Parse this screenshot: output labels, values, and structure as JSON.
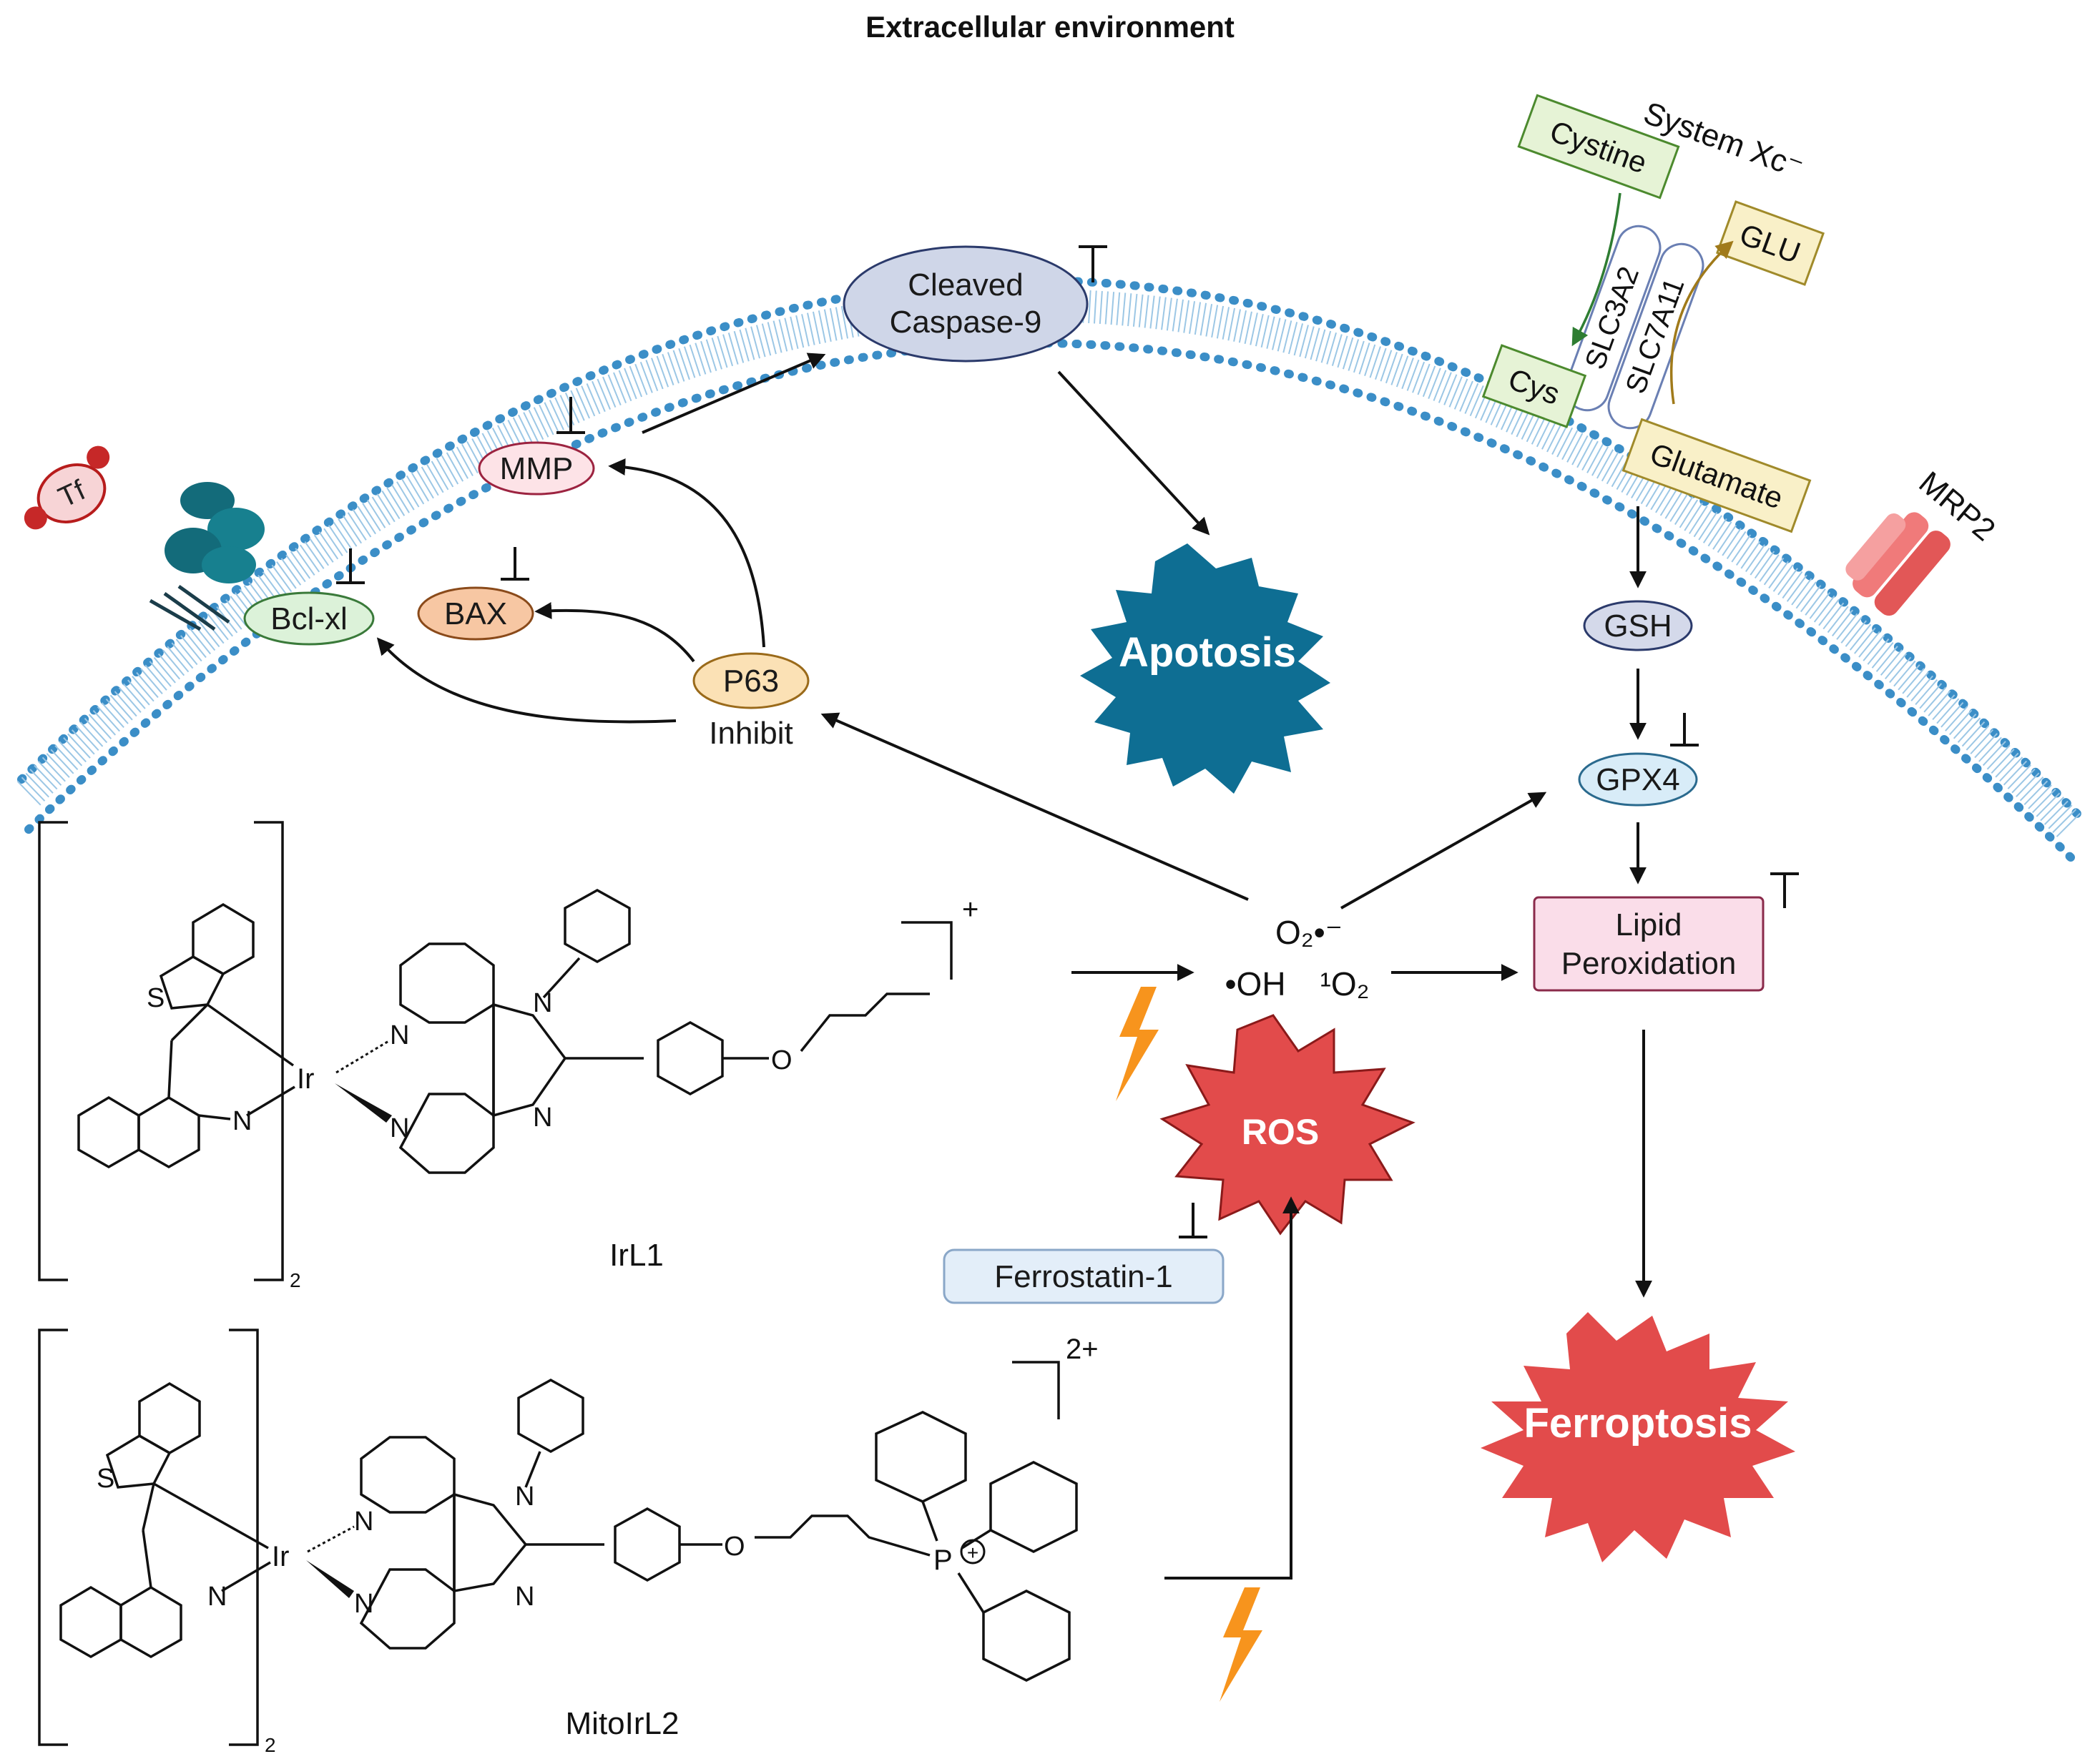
{
  "header": {
    "title": "Extracellular environment"
  },
  "transport": {
    "system_label": "System Xc⁻",
    "slc3a2": "SLC3A2",
    "slc7a11": "SLC7A11",
    "cystine": "Cystine",
    "glu": "GLU",
    "cys": "Cys",
    "glutamate": "Glutamate",
    "mrp2": "MRP2",
    "tf": "Tf"
  },
  "apoptosis": {
    "caspase_line1": "Cleaved",
    "caspase_line2": "Caspase-9",
    "mmp": "MMP",
    "bax": "BAX",
    "bclxl": "Bcl-xl",
    "p63": "P63",
    "inhibit": "Inhibit",
    "outcome": "Apotosis"
  },
  "ferroptosis": {
    "gsh": "GSH",
    "gpx4": "GPX4",
    "lipid_line1": "Lipid",
    "lipid_line2": "Peroxidation",
    "outcome": "Ferroptosis",
    "ferrostatin": "Ferrostatin-1"
  },
  "ros": {
    "superoxide": "O₂•⁻",
    "hydroxyl": "•OH",
    "singlet": "¹O₂",
    "label": "ROS"
  },
  "compounds": {
    "irl1": {
      "name": "IrL1",
      "charge": "+",
      "sub": "2"
    },
    "mitoirl2": {
      "name": "MitoIrL2",
      "charge": "2+",
      "sub": "2",
      "phosphonium": "P",
      "plus": "+"
    },
    "atoms": {
      "ir": "Ir",
      "n": "N",
      "s": "S",
      "o": "O"
    }
  },
  "colors": {
    "membrane": "#3b8ec7",
    "apoptosis_burst": "#0e6e93",
    "ros_burst": "#e24b4b",
    "ferroptosis_burst": "#e24b4b",
    "lightning": "#f7941d",
    "caspase_fill": "#cfd6e8",
    "mmp_fill": "#fde3e7",
    "bax_fill": "#f7c7a3",
    "bcl_fill": "#dcf2d9",
    "p63_fill": "#fbe1b5",
    "gsh_fill": "#d4d9ea",
    "gpx4_fill": "#d8ecf8",
    "lipid_fill": "#fadde9",
    "ferrostatin_fill": "#e3eef9",
    "cystine_fill": "#e6f3d6",
    "glu_fill": "#f9f0c8"
  }
}
